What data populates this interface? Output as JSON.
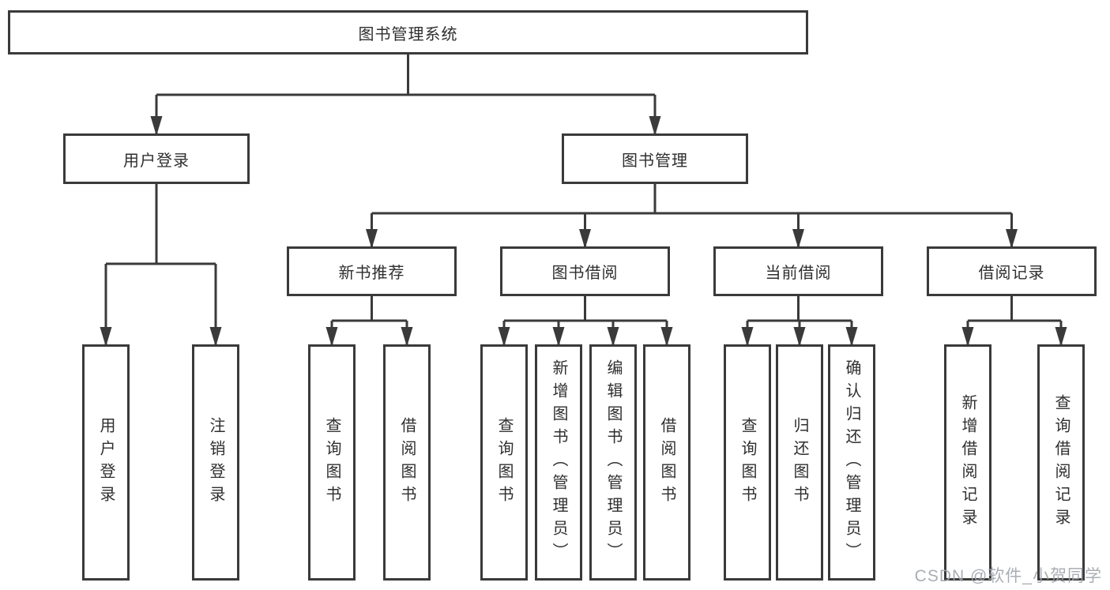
{
  "page": {
    "background": "#ffffff",
    "line_color": "#3a3a3a",
    "text_color": "#2f2f2f",
    "watermark_color": "#a0a5ac"
  },
  "diagram": {
    "root": {
      "label": "图书管理系统"
    },
    "branch_user": {
      "label": "用户登录",
      "leaves": [
        "用户登录",
        "注销登录"
      ]
    },
    "branch_books": {
      "label": "图书管理",
      "groups": [
        {
          "label": "新书推荐",
          "leaves": [
            "查询图书",
            "借阅图书"
          ]
        },
        {
          "label": "图书借阅",
          "leaves": [
            "查询图书",
            "新增图书（管理员）",
            "编辑图书（管理员）",
            "借阅图书"
          ]
        },
        {
          "label": "当前借阅",
          "leaves": [
            "查询图书",
            "归还图书",
            "确认归还（管理员）"
          ]
        },
        {
          "label": "借阅记录",
          "leaves": [
            "新增借阅记录",
            "查询借阅记录"
          ]
        }
      ]
    }
  },
  "watermark": {
    "text": "CSDN @软件_小贺同学"
  }
}
